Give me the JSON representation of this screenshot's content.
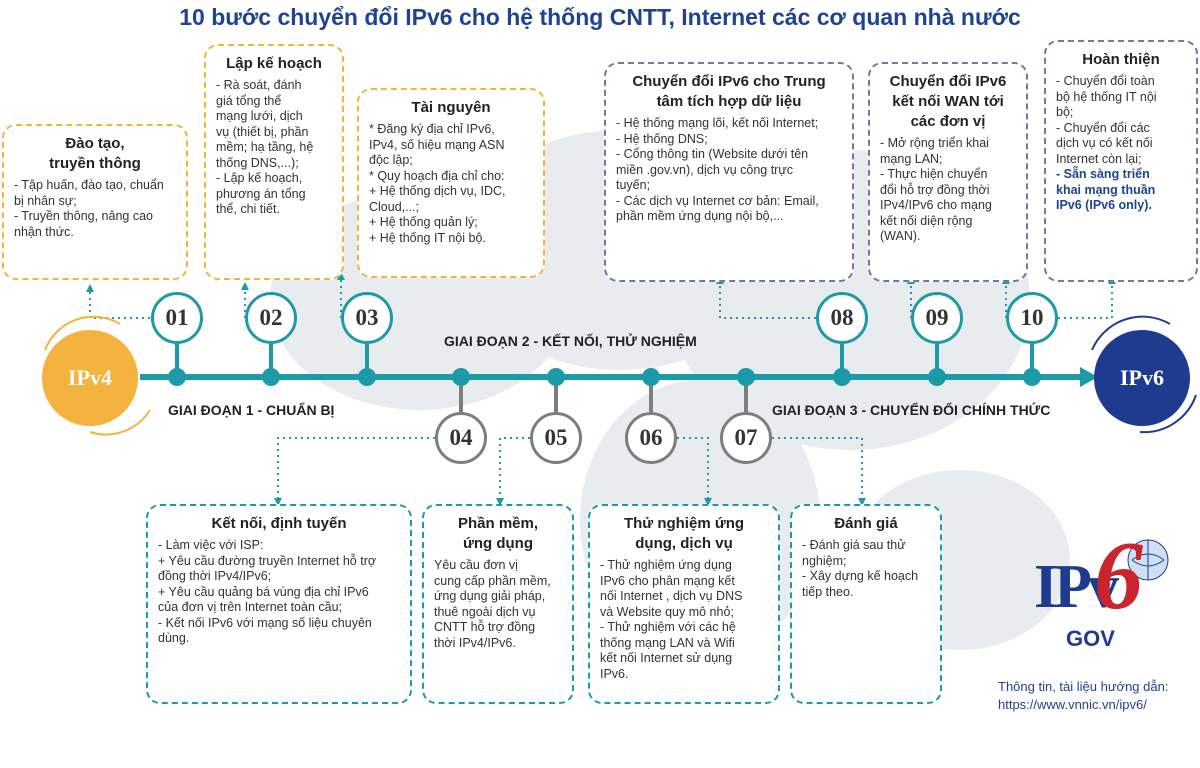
{
  "title": "10 bước chuyển đổi IPv6 cho hệ thống CNTT, Internet các cơ quan nhà nước",
  "start_label": "IPv4",
  "end_label": "IPv6",
  "stages": {
    "s1": "GIAI ĐOẠN 1 - CHUẨN BỊ",
    "s2": "GIAI ĐOẠN 2 - KẾT NỐI, THỬ NGHIỆM",
    "s3": "GIAI ĐOẠN 3 - CHUYỂN ĐỔI CHÍNH THỨC"
  },
  "steps": [
    {
      "num": "01",
      "title": "Đào tạo,\ntruyền thông",
      "lines": [
        "- Tập huấn, đào tạo, chuẩn\nbị nhân sự;",
        "- Truyền thông, nâng cao\nnhận thức."
      ]
    },
    {
      "num": "02",
      "title": "Lập kế hoạch",
      "lines": [
        "- Rà soát, đánh\ngiá tổng thể\nmạng lưới, dịch\nvụ (thiết bị, phần\nmềm; hạ tầng, hệ\nthống DNS,...);",
        "- Lập kế hoạch,\nphương án tổng\nthể, chi tiết."
      ]
    },
    {
      "num": "03",
      "title": "Tài nguyên",
      "lines": [
        "* Đăng ký địa chỉ IPv6,\nIPv4, số hiệu mạng ASN\nđộc lập;",
        "* Quy hoạch địa chỉ cho:",
        "+ Hệ thống dịch vụ, IDC,\nCloud,...;",
        "+ Hệ thống quản lý;",
        "+ Hệ thống IT nội bộ."
      ]
    },
    {
      "num": "04",
      "title": "Kết nối, định tuyến",
      "lines": [
        "- Làm việc với ISP:",
        "+ Yêu cầu đường truyền Internet hỗ trợ\nđồng thời IPv4/IPv6;",
        "+ Yêu cầu quảng bá vùng địa chỉ IPv6\ncủa đơn vị trên Internet toàn cầu;",
        "- Kết nối IPv6 với mạng số liệu chuyên\ndùng."
      ]
    },
    {
      "num": "05",
      "title": "Phần mềm,\nứng dụng",
      "lines": [
        "Yêu cầu đơn vị\ncung cấp phần mềm,\nứng dụng giải pháp,\nthuê ngoài dịch vụ\nCNTT hỗ trợ đồng\nthời IPv4/IPv6."
      ]
    },
    {
      "num": "06",
      "title": "Thử nghiệm ứng\ndụng, dịch vụ",
      "lines": [
        "- Thử nghiệm ứng dụng\nIPv6 cho phân mạng kết\nnối Internet , dịch vụ DNS\nvà Website quy mô nhỏ;",
        "- Thử nghiệm với các hệ\nthống mạng LAN và Wifi\nkết nối Internet sử dụng\nIPv6."
      ]
    },
    {
      "num": "07",
      "title": "Đánh giá",
      "lines": [
        "- Đánh giá sau thử\nnghiệm;",
        "- Xây dựng kế hoạch\ntiếp theo."
      ]
    },
    {
      "num": "08",
      "title": "Chuyển đổi IPv6 cho Trung\ntâm tích hợp dữ liệu",
      "lines": [
        "- Hệ thống mạng lõi, kết nối Internet;",
        "- Hệ thống DNS;",
        "- Cổng thông tin (Website dưới tên\nmiền .gov.vn), dịch vụ công trực\ntuyến;",
        "- Các dịch vụ Internet cơ bản: Email,\nphần mềm ứng dụng nội bộ,..."
      ]
    },
    {
      "num": "09",
      "title": "Chuyển đổi IPv6\nkết nối WAN tới\ncác đơn vị",
      "lines": [
        "- Mở rộng triển khai\nmạng LAN;",
        "- Thực hiện chuyển\nđổi hỗ trợ đồng thời\nIPv4/IPv6 cho mạng\nkết nối diện rộng\n(WAN)."
      ]
    },
    {
      "num": "10",
      "title": "Hoàn thiện",
      "lines": [
        "- Chuyển đổi toàn\nbộ hệ thống IT nội\nbộ;",
        "- Chuyển đổi các\ndịch vụ có kết nối\nInternet còn lại;"
      ],
      "highlight": "- Sẵn sàng triển\nkhai mạng thuần\nIPv6 (IPv6 only)."
    }
  ],
  "logo": {
    "main": "IPv",
    "six": "6",
    "sub": "GOV"
  },
  "footer": {
    "line1": "Thông tin, tài liệu hướng dẫn:",
    "line2": "https://www.vnnic.vn/ipv6/"
  },
  "colors": {
    "teal": "#1d9aa8",
    "orange": "#f0b43a",
    "purple": "#7a72a8",
    "navy": "#1f3b8f",
    "ipv4": "#f4b33e"
  }
}
